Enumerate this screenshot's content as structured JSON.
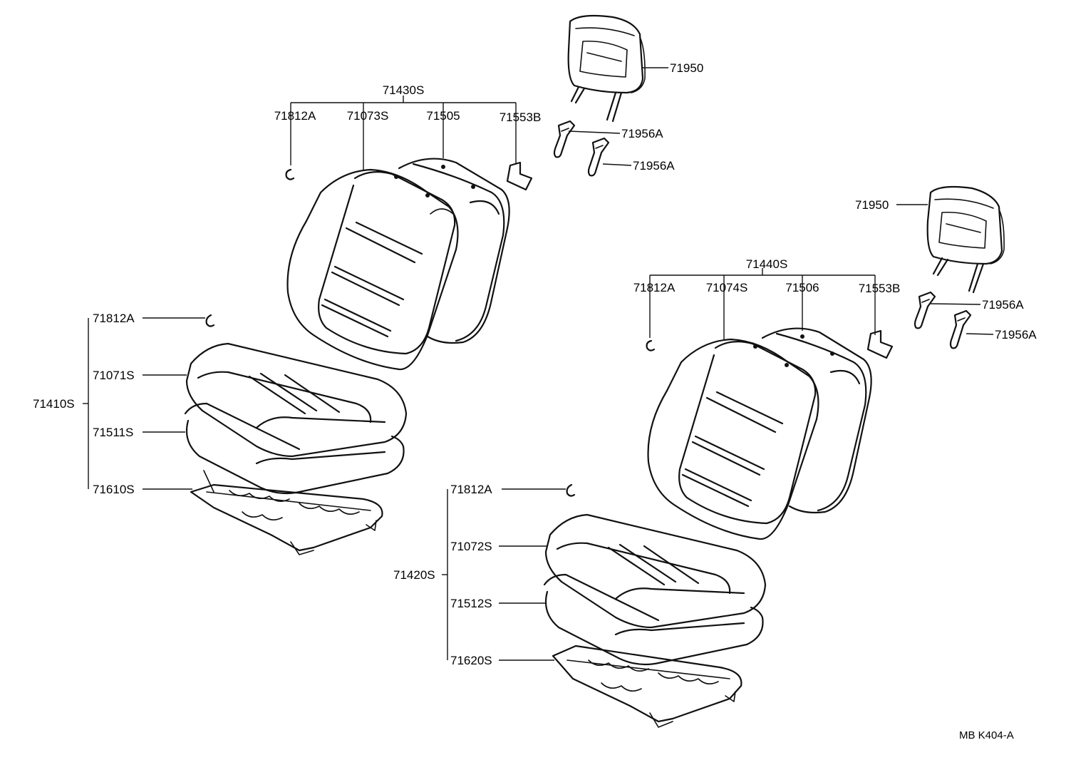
{
  "labels": {
    "top_group": "71430S",
    "top_clip": "71812A",
    "top_back_cover": "71073S",
    "top_back_pad": "71505",
    "top_bracket": "71553B",
    "headrest_top": "71950",
    "support_top_1": "71956A",
    "support_top_2": "71956A",
    "right_group": "71440S",
    "right_clip": "71812A",
    "right_back_cover": "71074S",
    "right_back_pad": "71506",
    "right_bracket": "71553B",
    "headrest_right": "71950",
    "support_right_1": "71956A",
    "support_right_2": "71956A",
    "left_group": "71410S",
    "left_clip": "71812A",
    "left_cushion_cover": "71071S",
    "left_cushion_pad": "71511S",
    "left_spring": "71610S",
    "mid_group": "71420S",
    "mid_clip": "71812A",
    "mid_cushion_cover": "71072S",
    "mid_cushion_pad": "71512S",
    "mid_spring": "71620S"
  },
  "footer": {
    "code": "MB  K404-A"
  }
}
